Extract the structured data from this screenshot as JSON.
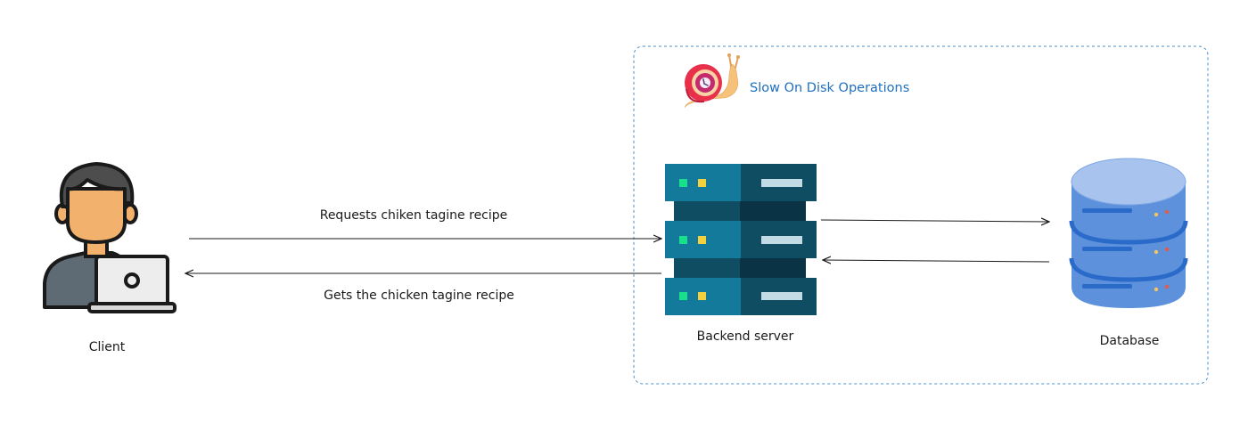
{
  "diagram": {
    "client": {
      "label": "Client",
      "icon": "person-with-laptop-icon"
    },
    "request_arrow": {
      "label": "Requests chiken tagine recipe"
    },
    "response_arrow": {
      "label": "Gets the chicken tagine recipe"
    },
    "backend": {
      "label": "Backend server",
      "icon": "server-rack-icon"
    },
    "database": {
      "label": "Database",
      "icon": "database-icon"
    },
    "boundary": {
      "title": "Slow On Disk Operations",
      "icon": "snail-icon"
    },
    "colors": {
      "boundary_stroke": "#4a90c9",
      "title": "#1f6fc0",
      "server_dark": "#0f4d63",
      "server_light": "#137a9b",
      "server_led_green": "#18e08a",
      "server_led_yellow": "#f4d03f",
      "db_main": "#5d91dc",
      "db_top": "#a8c4ee",
      "skin": "#f2b26e",
      "hair": "#4d4d4d",
      "shirt": "#5e6b75"
    }
  }
}
